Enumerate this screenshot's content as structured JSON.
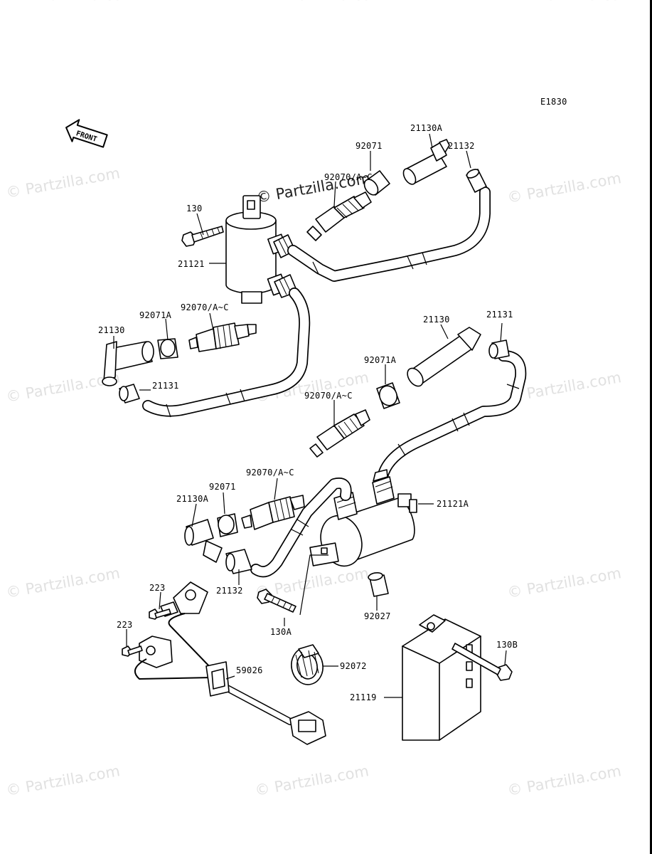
{
  "diagram_code": "E1830",
  "front_label": "FRONT",
  "watermark": "© Partzilla.com",
  "watermark_center": "© Partzilla.com",
  "colors": {
    "line": "#000000",
    "background": "#ffffff",
    "watermark": "#c9c9c9"
  },
  "labels": {
    "l130": "130",
    "l21121": "21121",
    "l92071_top": "92071",
    "l92070_top": "92070/A~C",
    "l21130A_top": "21130A",
    "l21132_top": "21132",
    "l92070A": "92070/A~C",
    "l92071A_left": "92071A",
    "l21130_left": "21130",
    "l21131_left": "21131",
    "l21130_right": "21130",
    "l21131_right": "21131",
    "l92071A_right": "92071A",
    "l92070_mid": "92070/A~C",
    "l92070_low": "92070/A~C",
    "l92071_low": "92071",
    "l21130A_low": "21130A",
    "l21121A": "21121A",
    "l21132_low": "21132",
    "l223_a": "223",
    "l223_b": "223",
    "l130A": "130A",
    "l92027": "92027",
    "l130B": "130B",
    "l92072": "92072",
    "l59026": "59026",
    "l21119": "21119"
  }
}
